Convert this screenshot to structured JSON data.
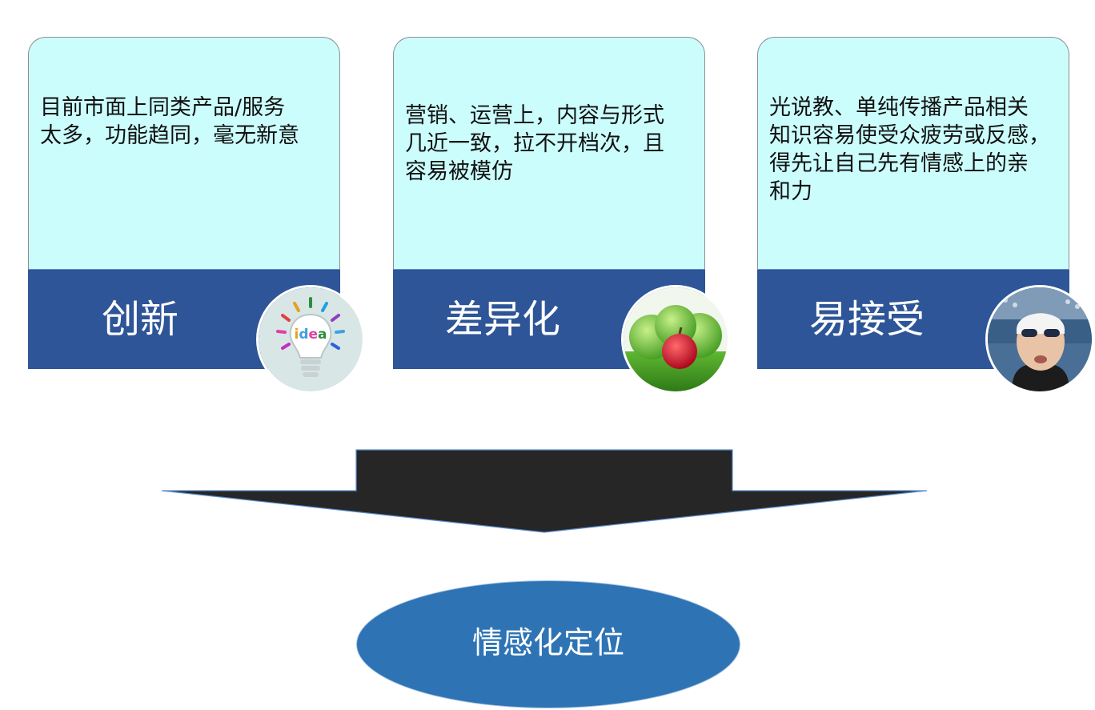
{
  "cards": [
    {
      "text": "目前市面上同类产品/服务\n太多，功能趋同，毫无新意",
      "title": "创新",
      "badge_icon": "idea-lightbulb-icon"
    },
    {
      "text": "营销、运营上，内容与形式\n几近一致，拉不开档次，且\n容易被模仿",
      "title": "差异化",
      "badge_icon": "apples-icon"
    },
    {
      "text": "光说教、单纯传播产品相关\n知识容易使受众疲劳或反感，\n得先让自己先有情感上的亲\n和力",
      "title": "易接受",
      "badge_icon": "swimmer-photo-icon"
    }
  ],
  "result": {
    "label": "情感化定位"
  },
  "colors": {
    "card_top": "#ccfdfd",
    "card_bottom": "#2e5597",
    "arrow": "#262626",
    "ellipse": "#2e74b5"
  }
}
